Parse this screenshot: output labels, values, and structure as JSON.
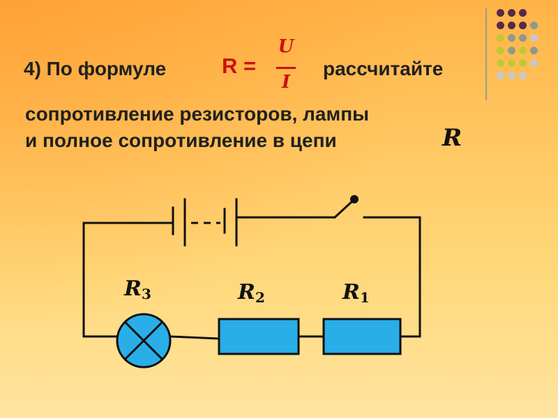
{
  "slide": {
    "line1_prefix": "4) По формуле",
    "formula": {
      "lhs": "R =",
      "numerator": "U",
      "denominator": "I"
    },
    "line1_suffix": "рассчитайте",
    "line2": "сопротивление резисторов, лампы",
    "line3": "и полное сопротивление в цепи",
    "line3_symbol": "R"
  },
  "circuit": {
    "lamp_label": {
      "symbol": "R",
      "index": "3"
    },
    "resistor2_label": {
      "symbol": "R",
      "index": "2"
    },
    "resistor1_label": {
      "symbol": "R",
      "index": "1"
    },
    "component_fill": "#29aee8",
    "wire_color": "#111111"
  },
  "decor": {
    "dot_colors": [
      "#5a2848",
      "#8c9a8c",
      "#c4c830",
      "#c8c8c8"
    ]
  }
}
